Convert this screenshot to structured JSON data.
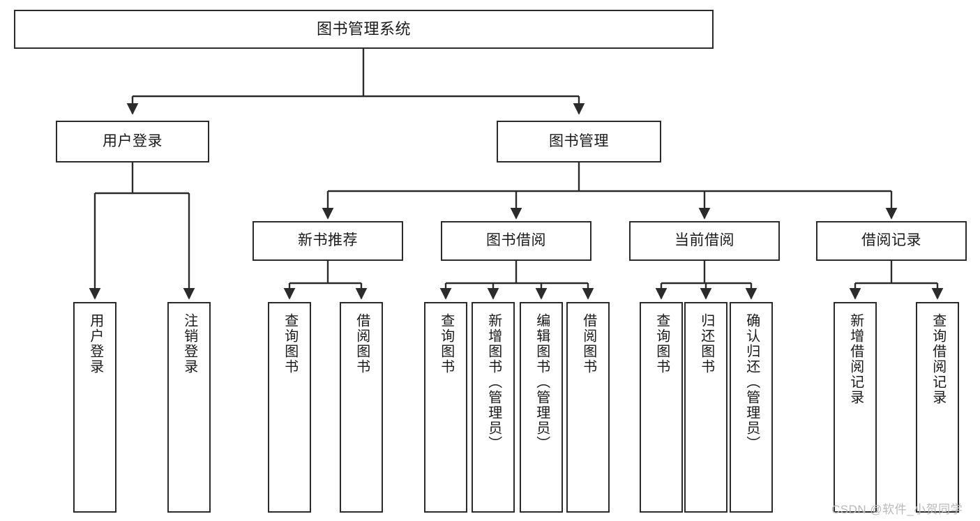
{
  "diagram": {
    "type": "tree",
    "title": "图书管理系统",
    "orientation": "top-down",
    "levels": 4,
    "root": {
      "id": "root",
      "label": "图书管理系统"
    },
    "level2": [
      {
        "id": "user-login",
        "label": "用户登录"
      },
      {
        "id": "book-manage",
        "label": "图书管理"
      }
    ],
    "level3": [
      {
        "id": "new-book-rec",
        "label": "新书推荐",
        "parent": "book-manage"
      },
      {
        "id": "book-borrow",
        "label": "图书借阅",
        "parent": "book-manage"
      },
      {
        "id": "current-borrow",
        "label": "当前借阅",
        "parent": "book-manage"
      },
      {
        "id": "borrow-record",
        "label": "借阅记录",
        "parent": "book-manage"
      }
    ],
    "leaves": [
      {
        "id": "leaf-user-login",
        "label": "用户登录",
        "parent": "user-login"
      },
      {
        "id": "leaf-logout",
        "label": "注销登录",
        "parent": "user-login"
      },
      {
        "id": "leaf-query-book-1",
        "label": "查询图书",
        "parent": "new-book-rec"
      },
      {
        "id": "leaf-borrow-book-1",
        "label": "借阅图书",
        "parent": "new-book-rec"
      },
      {
        "id": "leaf-query-book-2",
        "label": "查询图书",
        "parent": "book-borrow"
      },
      {
        "id": "leaf-add-book",
        "label": "新增图书（管理员）",
        "parent": "book-borrow"
      },
      {
        "id": "leaf-edit-book",
        "label": "编辑图书（管理员）",
        "parent": "book-borrow"
      },
      {
        "id": "leaf-borrow-book-2",
        "label": "借阅图书",
        "parent": "book-borrow"
      },
      {
        "id": "leaf-query-book-3",
        "label": "查询图书",
        "parent": "current-borrow"
      },
      {
        "id": "leaf-return-book",
        "label": "归还图书",
        "parent": "current-borrow"
      },
      {
        "id": "leaf-confirm-return",
        "label": "确认归还（管理员）",
        "parent": "current-borrow"
      },
      {
        "id": "leaf-add-record",
        "label": "新增借阅记录",
        "parent": "borrow-record"
      },
      {
        "id": "leaf-query-record",
        "label": "查询借阅记录",
        "parent": "borrow-record"
      }
    ]
  },
  "watermark": {
    "text": "CSDN @软件_小贺同学"
  },
  "colors": {
    "stroke": "#2b2b2b",
    "fill": "#ffffff",
    "text": "#1a1a1a",
    "watermark": "#b9b9b9"
  }
}
